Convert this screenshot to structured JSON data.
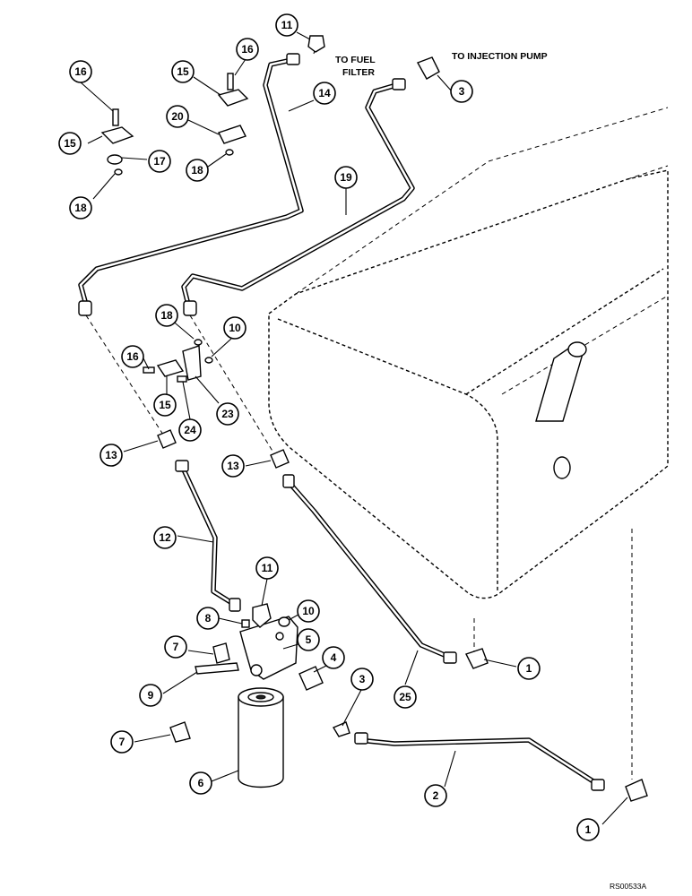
{
  "labels": {
    "to_fuel_filter_line1": "TO FUEL",
    "to_fuel_filter_line2": "FILTER",
    "to_injection_pump": "TO INJECTION PUMP",
    "figure_ref": "RS00533A"
  },
  "callouts": [
    {
      "id": "c11a",
      "number": "11"
    },
    {
      "id": "c16a",
      "number": "16"
    },
    {
      "id": "c16b",
      "number": "16"
    },
    {
      "id": "c15a",
      "number": "15"
    },
    {
      "id": "c14",
      "number": "14"
    },
    {
      "id": "c3a",
      "number": "3"
    },
    {
      "id": "c20",
      "number": "20"
    },
    {
      "id": "c15b",
      "number": "15"
    },
    {
      "id": "c17",
      "number": "17"
    },
    {
      "id": "c18a",
      "number": "18"
    },
    {
      "id": "c18b",
      "number": "18"
    },
    {
      "id": "c19",
      "number": "19"
    },
    {
      "id": "c18c",
      "number": "18"
    },
    {
      "id": "c10a",
      "number": "10"
    },
    {
      "id": "c16c",
      "number": "16"
    },
    {
      "id": "c15c",
      "number": "15"
    },
    {
      "id": "c24",
      "number": "24"
    },
    {
      "id": "c23",
      "number": "23"
    },
    {
      "id": "c13a",
      "number": "13"
    },
    {
      "id": "c13b",
      "number": "13"
    },
    {
      "id": "c12",
      "number": "12"
    },
    {
      "id": "c11b",
      "number": "11"
    },
    {
      "id": "c8",
      "number": "8"
    },
    {
      "id": "c10b",
      "number": "10"
    },
    {
      "id": "c7a",
      "number": "7"
    },
    {
      "id": "c5",
      "number": "5"
    },
    {
      "id": "c4",
      "number": "4"
    },
    {
      "id": "c3b",
      "number": "3"
    },
    {
      "id": "c1a",
      "number": "1"
    },
    {
      "id": "c25",
      "number": "25"
    },
    {
      "id": "c9",
      "number": "9"
    },
    {
      "id": "c7b",
      "number": "7"
    },
    {
      "id": "c6",
      "number": "6"
    },
    {
      "id": "c2",
      "number": "2"
    },
    {
      "id": "c1b",
      "number": "1"
    }
  ]
}
